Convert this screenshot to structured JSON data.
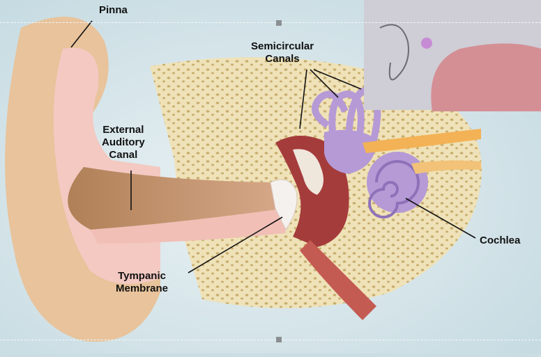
{
  "labels": {
    "pinna": "Pinna",
    "semicircular_canals": "Semicircular\nCanals",
    "external_auditory_canal": "External\nAuditory\nCanal",
    "cochlea": "Cochlea",
    "tympanic_membrane": "Tympanic\nMembrane"
  },
  "colors": {
    "background": "#c9dde3",
    "skin": "#e8c39b",
    "skin_inner": "#f3c9c2",
    "bone": "#efe2b8",
    "inner_ear": "#b59ad6",
    "middle_ear": "#a53c3c",
    "nerve": "#f3b255"
  }
}
